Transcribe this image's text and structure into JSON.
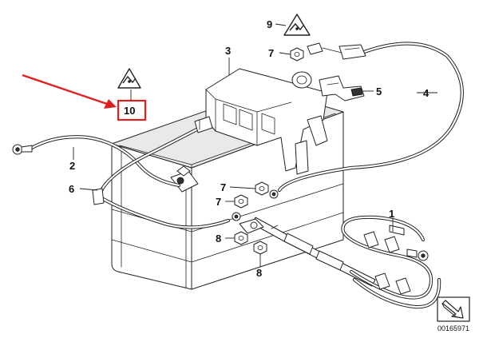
{
  "diagram": {
    "labels": {
      "l1": "1",
      "l2": "2",
      "l3": "3",
      "l4": "4",
      "l5": "5",
      "l6": "6",
      "l7a": "7",
      "l7b": "7",
      "l7c": "7",
      "l8a": "8",
      "l8b": "8",
      "l9": "9",
      "l10": "10"
    },
    "part_number": "00165971",
    "colors": {
      "highlight": "#e02020",
      "line": "#222222"
    }
  }
}
